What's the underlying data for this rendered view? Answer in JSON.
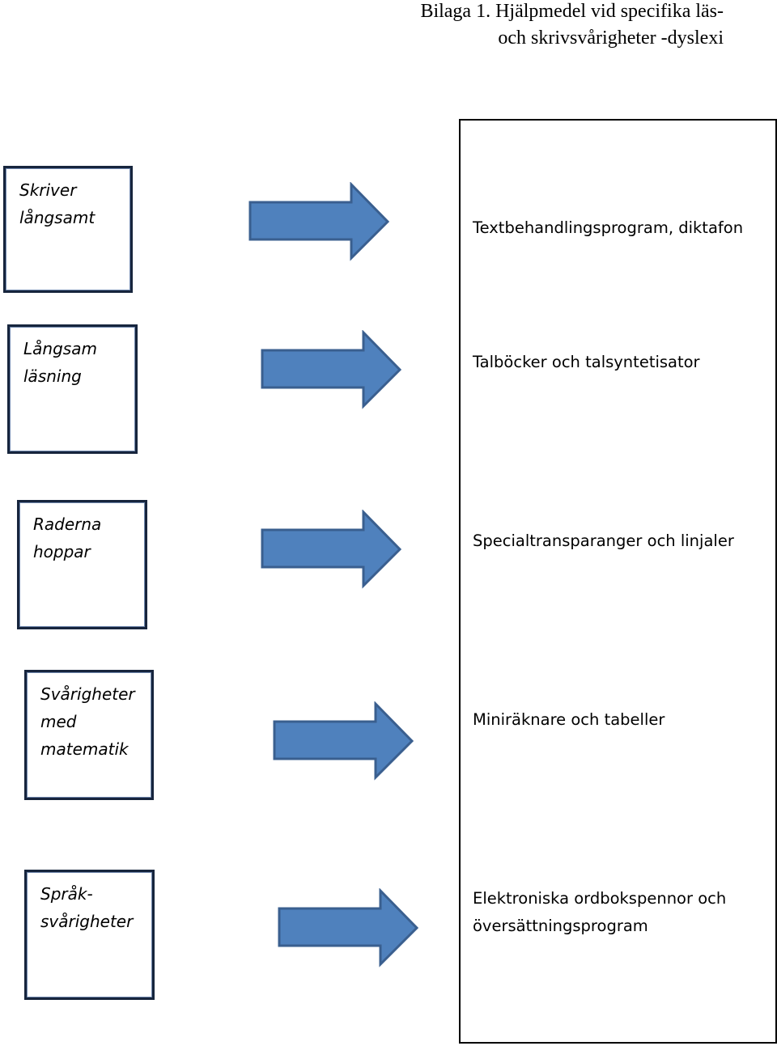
{
  "title": {
    "line1": "Bilaga 1. Hjälpmedel vid specifika läs-",
    "line2": "och skrivsvårigheter -dyslexi"
  },
  "colors": {
    "arrow_fill": "#4f81bd",
    "arrow_stroke": "#3a5f8f",
    "box_border": "#17253d"
  },
  "rows": [
    {
      "problem": [
        "Skriver",
        "långsamt"
      ],
      "solution": [
        "Textbehandlingsprogram, diktafon"
      ]
    },
    {
      "problem": [
        "Långsam",
        "läsning"
      ],
      "solution": [
        "Talböcker och talsyntetisator"
      ]
    },
    {
      "problem": [
        "Raderna",
        "hoppar"
      ],
      "solution": [
        "Specialtransparanger och linjaler"
      ]
    },
    {
      "problem": [
        "Svårigheter",
        "med",
        "matematik"
      ],
      "solution": [
        "Miniräknare och tabeller"
      ]
    },
    {
      "problem": [
        "Språk-",
        "svårigheter"
      ],
      "solution": [
        "Elektroniska ordbokspennor och",
        "översättningsprogram"
      ]
    }
  ]
}
